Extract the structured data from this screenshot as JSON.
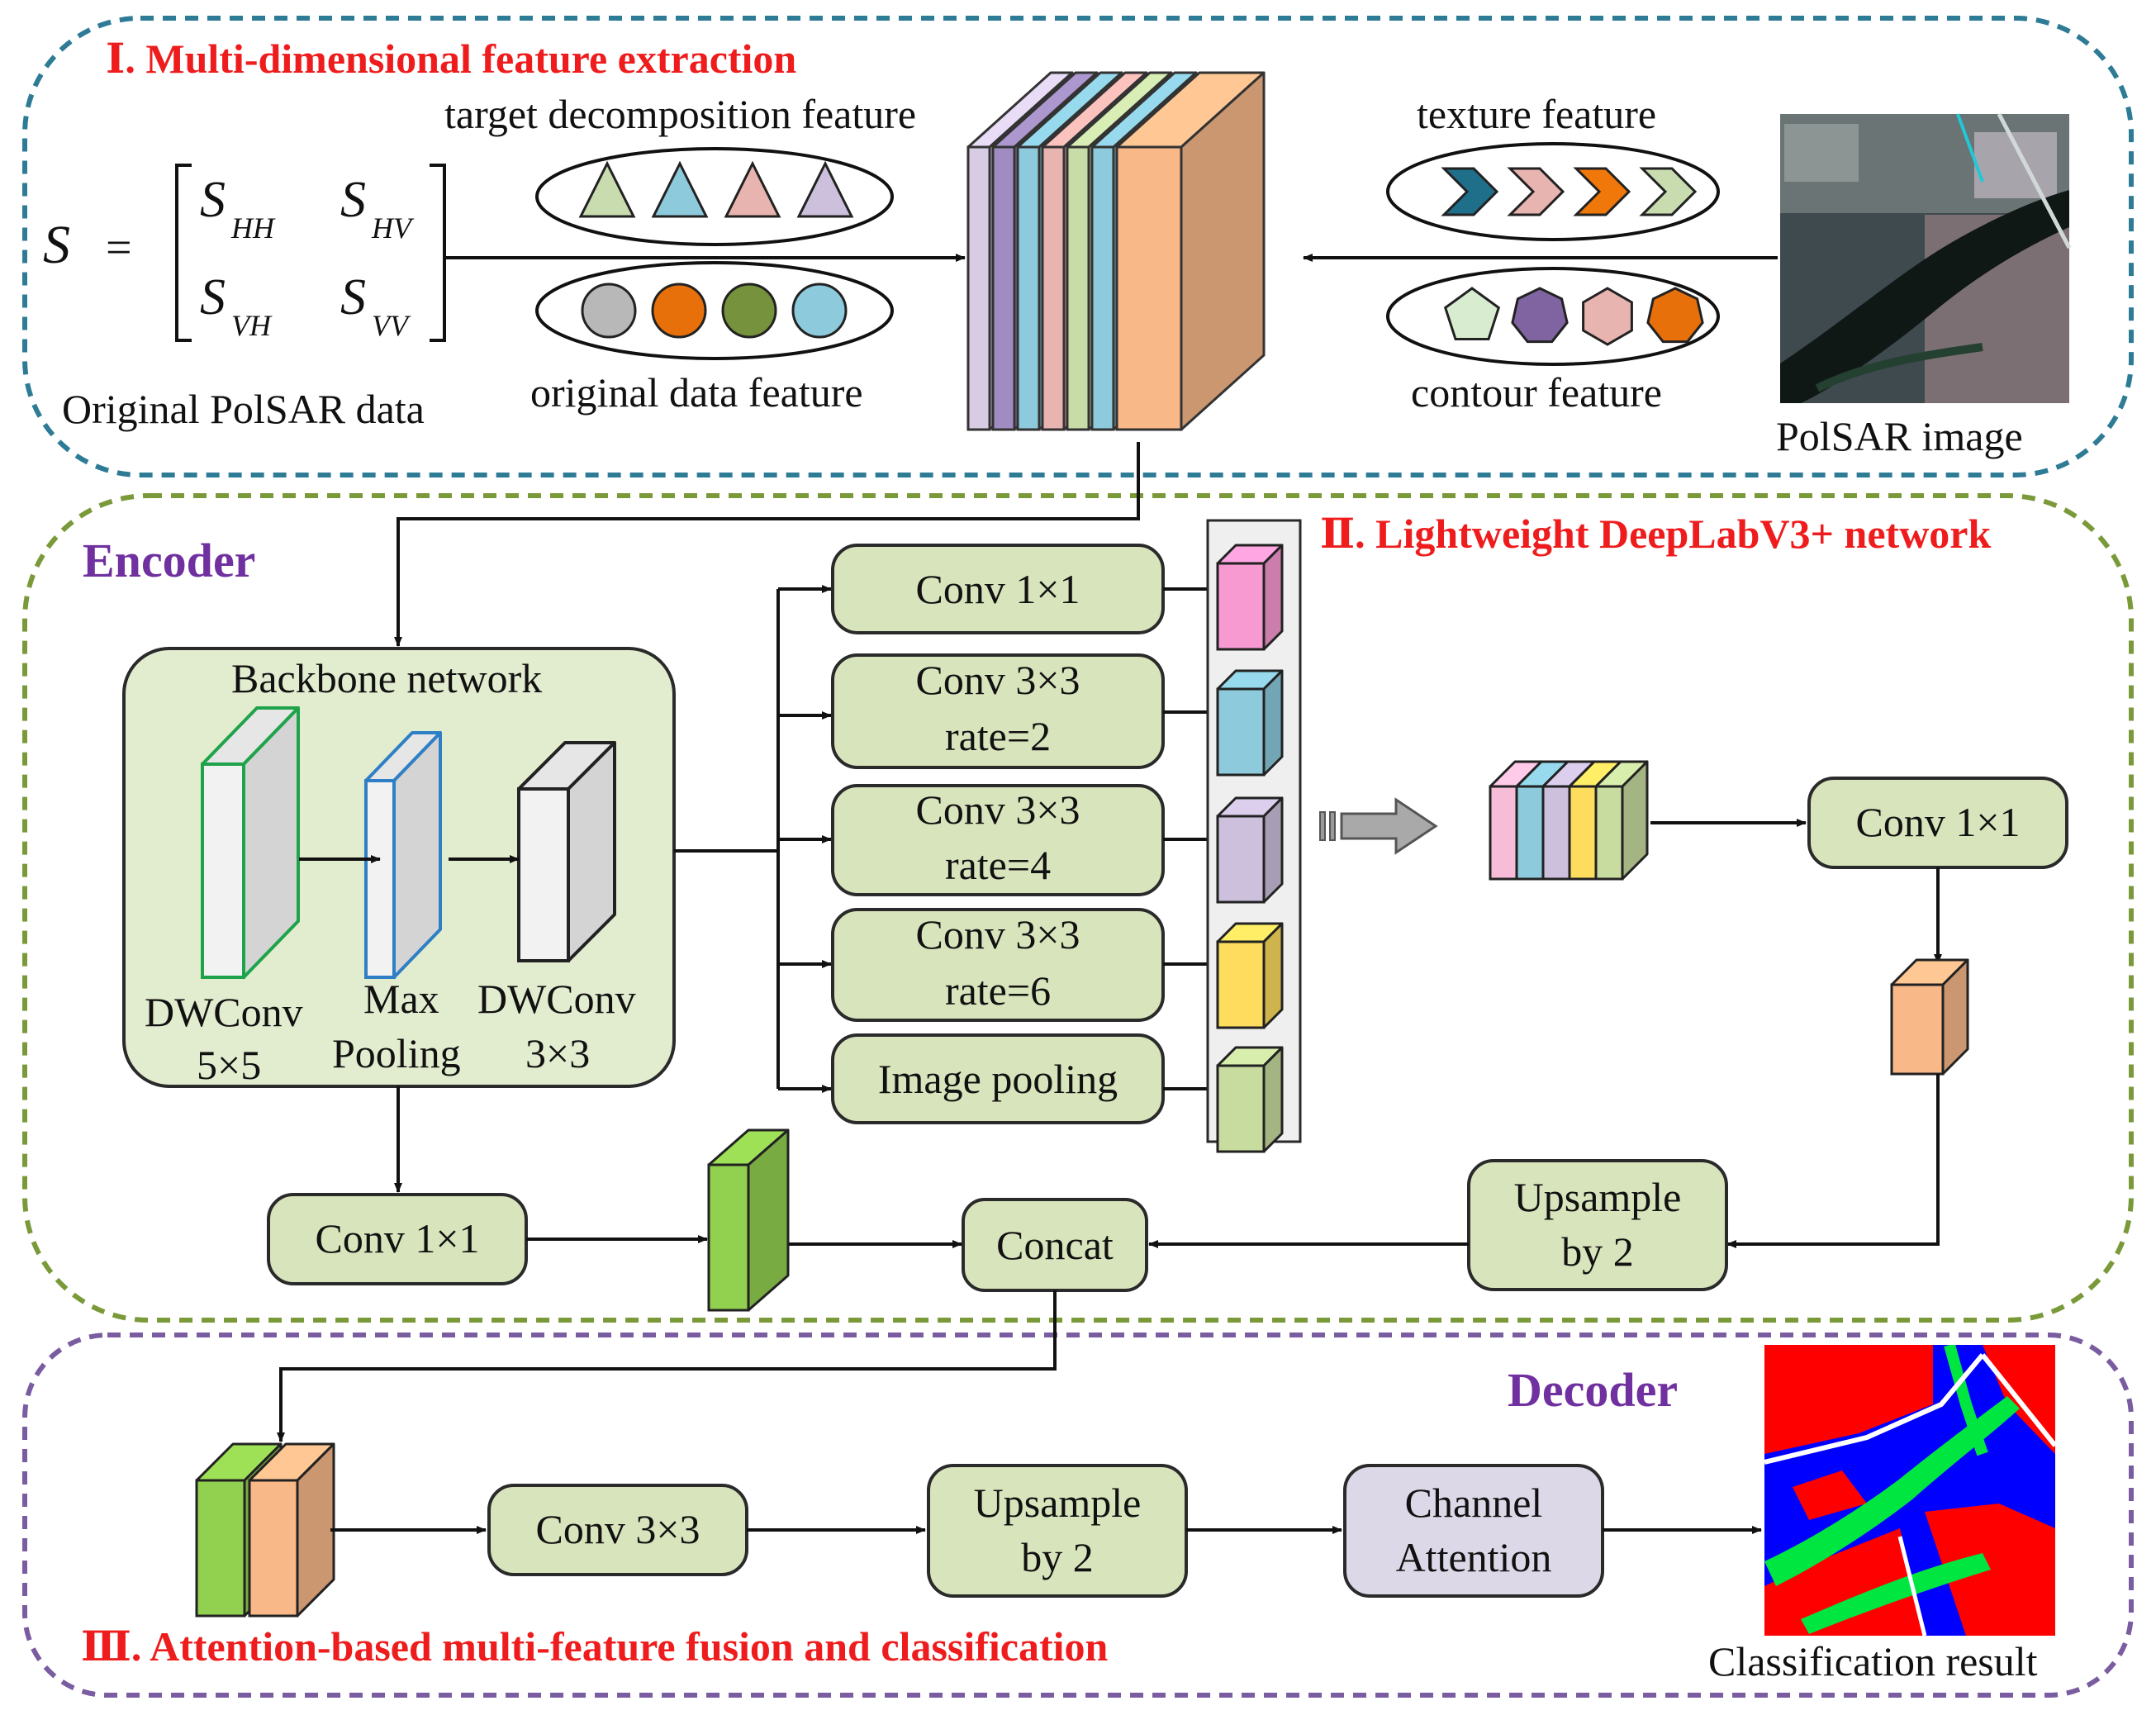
{
  "sections": {
    "s1": "Ⅰ. Multi-dimensional feature extraction",
    "s2": "Ⅱ.  Lightweight DeepLabV3+ network",
    "s3": "Ⅲ. Attention-based multi-feature fusion and classification",
    "encoder": "Encoder",
    "decoder": "Decoder"
  },
  "extraction": {
    "matrix_s": "S",
    "equals": "=",
    "m11": "S",
    "m11_sub": "HH",
    "m12": "S",
    "m12_sub": "HV",
    "m21": "S",
    "m21_sub": "VH",
    "m22": "S",
    "m22_sub": "VV",
    "original_data_label": "Original PolSAR data",
    "target_decomposition": "target decomposition feature",
    "original_data_feature": "original data feature",
    "texture_feature": "texture feature",
    "contour_feature": "contour feature",
    "polsar_image_label": "PolSAR image"
  },
  "encoder": {
    "backbone_title": "Backbone network",
    "dwconv5_l1": "DWConv",
    "dwconv5_l2": "5×5",
    "maxpool_l1": "Max",
    "maxpool_l2": "Pooling",
    "dwconv3_l1": "DWConv",
    "dwconv3_l2": "3×3",
    "aspp_conv1": "Conv 1×1",
    "aspp_r2_l1": "Conv 3×3",
    "aspp_r2_l2": "rate=2",
    "aspp_r4_l1": "Conv 3×3",
    "aspp_r4_l2": "rate=4",
    "aspp_r6_l1": "Conv 3×3",
    "aspp_r6_l2": "rate=6",
    "image_pooling": "Image pooling",
    "conv1x1_after_concat": "Conv 1×1",
    "low_conv1x1": "Conv 1×1",
    "concat": "Concat",
    "upsample_l1": "Upsample",
    "upsample_l2": "by 2"
  },
  "decoder": {
    "conv3x3": "Conv 3×3",
    "upsample_l1": "Upsample",
    "upsample_l2": "by 2",
    "attention_l1": "Channel",
    "attention_l2": "Attention",
    "result_label": "Classification result"
  },
  "colors": {
    "section_border_1": "#2e7b96",
    "section_border_2": "#7a9a3a",
    "section_border_3": "#7a5ca0",
    "box_fill": "#d8e4bc",
    "attention_fill": "#dcd8e8",
    "class_red": "#ff0000",
    "class_blue": "#0000ff",
    "class_green": "#00e640"
  },
  "feature_layers": [
    "#d8cce4",
    "#a08cc0",
    "#8ccadc",
    "#e8b4b0",
    "#c8dca8",
    "#8ccadc",
    "#f8b888"
  ],
  "aspp_cubes": [
    "#f79ad2",
    "#8ccadc",
    "#ccc0dc",
    "#fddc5e",
    "#c8dca0"
  ],
  "concat_strip": [
    "#f7bcd8",
    "#8ccadc",
    "#ccc0dc",
    "#fddc5e",
    "#c8dca0"
  ],
  "icons": {
    "triangles": [
      "#c8dcb0",
      "#8ccadc",
      "#e8b4b0",
      "#ccc0dc"
    ],
    "circles": [
      "#b8b8b8",
      "#e8700a",
      "#76923c",
      "#8ccadc"
    ],
    "chevrons": [
      "#1f6f8b",
      "#e8b4b0",
      "#f0780a",
      "#c8dcb0"
    ],
    "polygons": [
      "#d8ecd0",
      "#8064a2",
      "#e8b4b0",
      "#e8700a"
    ]
  }
}
